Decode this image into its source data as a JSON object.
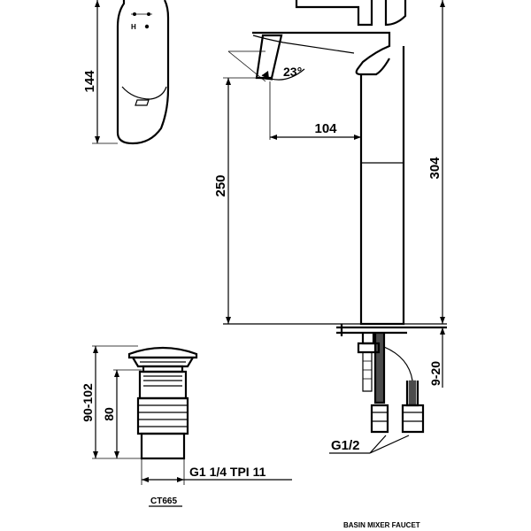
{
  "dimensions": {
    "handle_height": "144",
    "spout_angle": "23°",
    "spout_reach": "104",
    "spout_height": "250",
    "total_height": "304",
    "deck_thickness": "9-20",
    "inlet_thread": "G1/2",
    "waste_height_range": "90-102",
    "waste_body_height": "80",
    "waste_thread": "G1 1/4 TPI 11"
  },
  "labels": {
    "waste_model": "CT665",
    "product_name": "BASIN MIXER FAUCET"
  },
  "colors": {
    "line": "#000000",
    "background": "#ffffff"
  }
}
